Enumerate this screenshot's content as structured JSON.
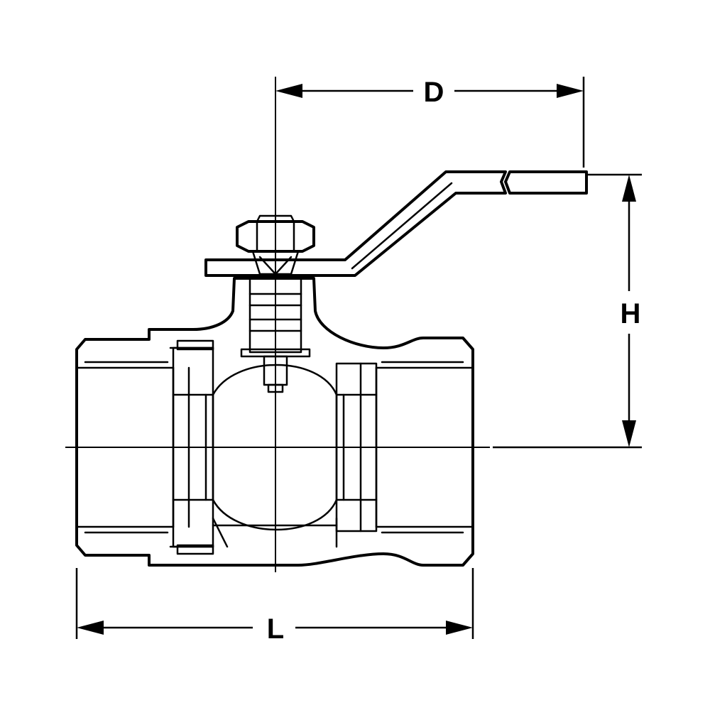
{
  "labels": {
    "d": "D",
    "h": "H",
    "l": "L"
  }
}
